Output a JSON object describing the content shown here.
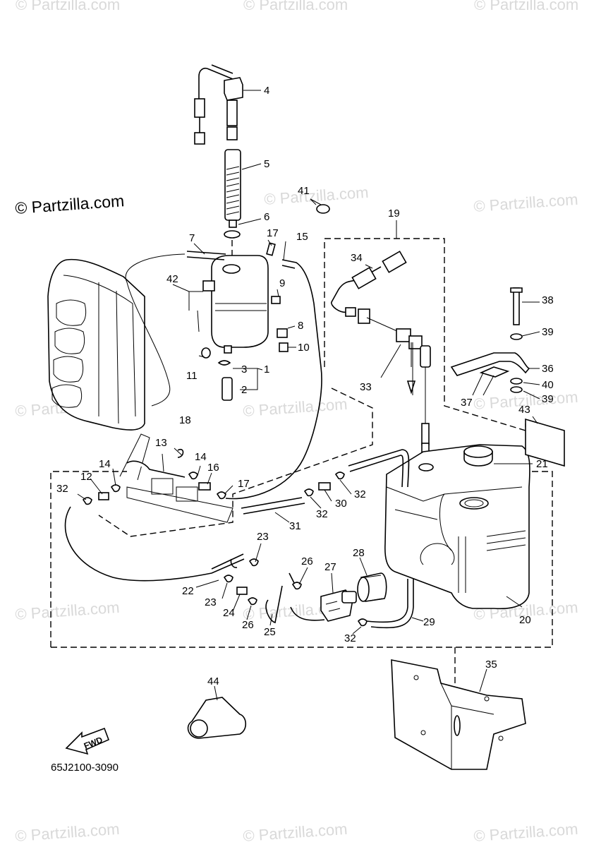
{
  "watermark": "© Partzilla.com",
  "diagram_code": "65J2100-3090",
  "fwd_label": "FWD",
  "callouts": {
    "c1": "1",
    "c2": "2",
    "c3": "3",
    "c4": "4",
    "c5": "5",
    "c6": "6",
    "c7": "7",
    "c8": "8",
    "c9": "9",
    "c10": "10",
    "c11": "11",
    "c12": "12",
    "c13": "13",
    "c14a": "14",
    "c14b": "14",
    "c15": "15",
    "c16": "16",
    "c17a": "17",
    "c17b": "17",
    "c18": "18",
    "c19": "19",
    "c20": "20",
    "c21": "21",
    "c22": "22",
    "c23a": "23",
    "c23b": "23",
    "c24": "24",
    "c25": "25",
    "c26a": "26",
    "c26b": "26",
    "c27": "27",
    "c28": "28",
    "c29": "29",
    "c30": "30",
    "c31": "31",
    "c32a": "32",
    "c32b": "32",
    "c32c": "32",
    "c32d": "32",
    "c33": "33",
    "c34": "34",
    "c35": "35",
    "c36": "36",
    "c37": "37",
    "c38": "38",
    "c39a": "39",
    "c39b": "39",
    "c40": "40",
    "c41": "41",
    "c42": "42",
    "c43": "43",
    "c44": "44"
  }
}
